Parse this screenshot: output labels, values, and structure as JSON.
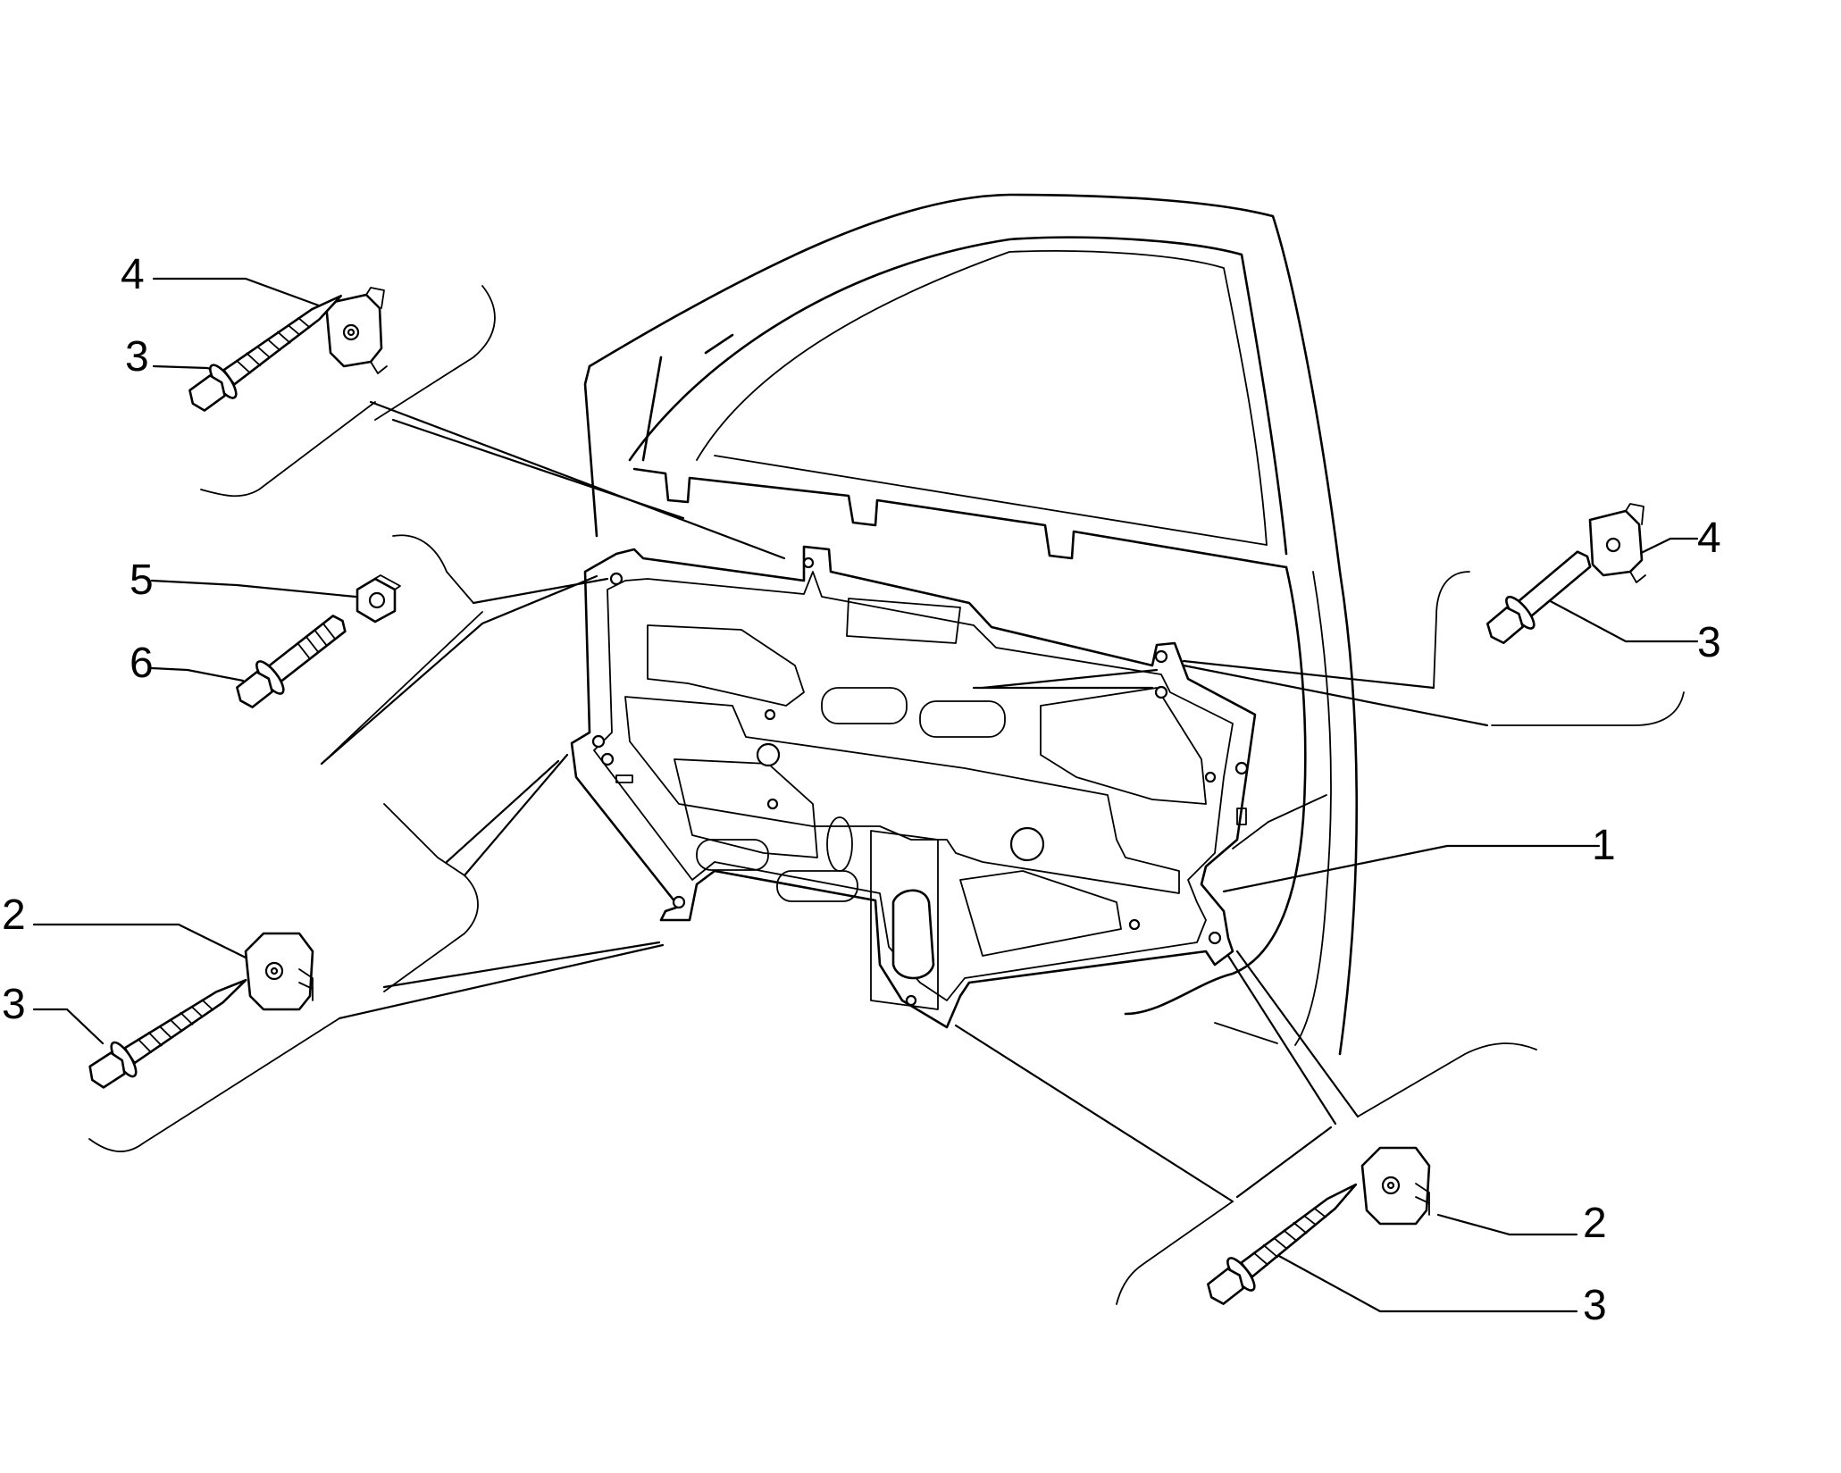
{
  "diagram": {
    "callouts": [
      {
        "id": "c-4-top-left",
        "number": "4"
      },
      {
        "id": "c-3-top-left",
        "number": "3"
      },
      {
        "id": "c-5",
        "number": "5"
      },
      {
        "id": "c-6",
        "number": "6"
      },
      {
        "id": "c-2-left",
        "number": "2"
      },
      {
        "id": "c-3-left",
        "number": "3"
      },
      {
        "id": "c-4-right",
        "number": "4"
      },
      {
        "id": "c-3-right",
        "number": "3"
      },
      {
        "id": "c-1",
        "number": "1"
      },
      {
        "id": "c-2-bottom-right",
        "number": "2"
      },
      {
        "id": "c-3-bottom-right",
        "number": "3"
      }
    ]
  }
}
